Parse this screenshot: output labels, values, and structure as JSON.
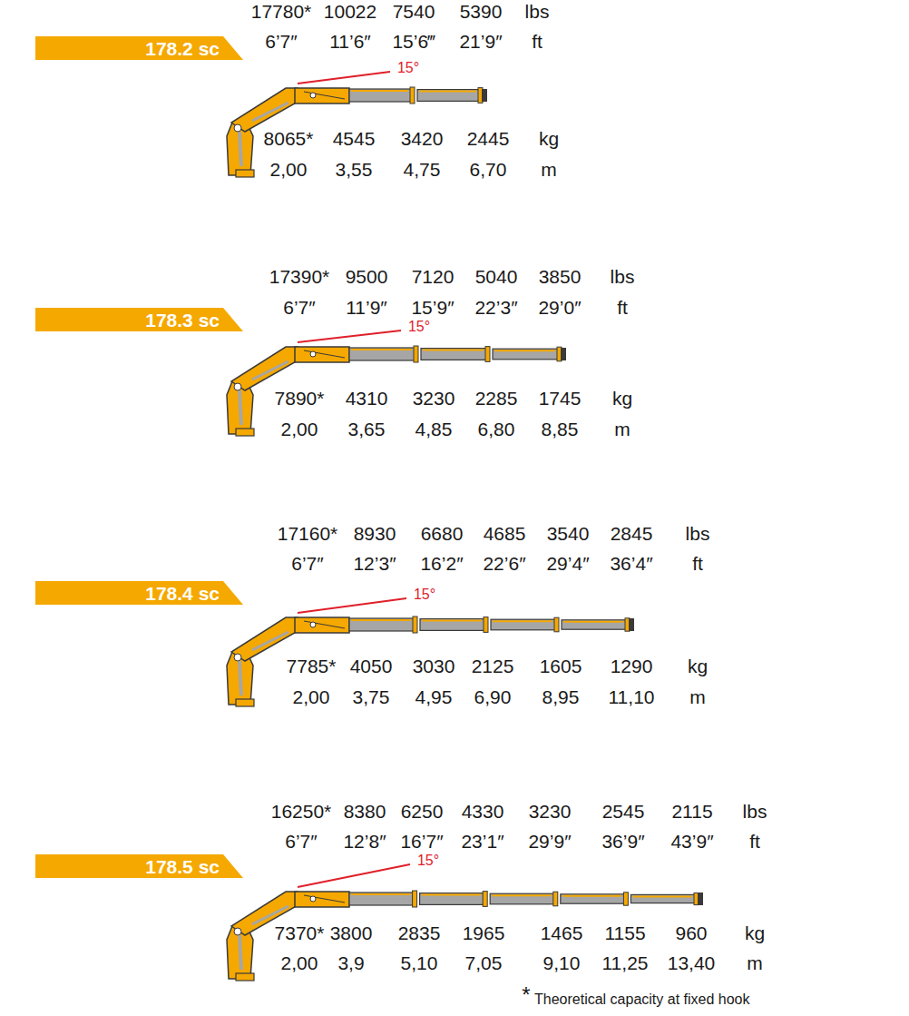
{
  "diagram": {
    "nodes": [
      {
        "text": [
          "178.2 sc"
        ]
      },
      {
        "text": [
          "178.3 sc"
        ]
      },
      {
        "text": [
          "178.4 sc"
        ]
      },
      {
        "text": [
          "178.5 sc"
        ]
      }
    ],
    "labels": [
      "17780*",
      "10022",
      "7540",
      "5390",
      "lbs",
      "6’7″",
      "11’6″",
      "15’6‴",
      "21’9″",
      "ft",
      "15°",
      "8065*",
      "4545",
      "3420",
      "2445",
      "kg",
      "2,00",
      "3,55",
      "4,75",
      "6,70",
      "m",
      "17390*",
      "9500",
      "7120",
      "5040",
      "3850",
      "lbs",
      "6’7″",
      "11’9″",
      "15’9″",
      "22’3″",
      "29’0″",
      "ft",
      "15°",
      "7890*",
      "4310",
      "3230",
      "2285",
      "1745",
      "kg",
      "2,00",
      "3,65",
      "4,85",
      "6,80",
      "8,85",
      "m",
      "17160*",
      "8930",
      "6680",
      "4685",
      "3540",
      "2845",
      "lbs",
      "6’7″",
      "12’3″",
      "16’2″",
      "22’6″",
      "29’4″",
      "36’4″",
      "ft",
      "15°",
      "7785*",
      "4050",
      "3030",
      "2125",
      "1605",
      "1290",
      "kg",
      "2,00",
      "3,75",
      "4,95",
      "6,90",
      "8,95",
      "11,10",
      "m",
      "16250*",
      "8380",
      "6250",
      "4330",
      "3230",
      "2545",
      "2115",
      "lbs",
      "6’7″",
      "12’8″",
      "16’7″",
      "23’1″",
      "29’9″",
      "36’9″",
      "43’9″",
      "ft",
      "15°",
      "7370*",
      "3800",
      "2835",
      "1965",
      "1465",
      "1155",
      "960",
      "kg",
      "2,00",
      "3,9",
      "5,10",
      "7,05",
      "9,10",
      "11,25",
      "13,40",
      "m",
      "*",
      "Theoretical capacity at fixed hook"
    ]
  }
}
